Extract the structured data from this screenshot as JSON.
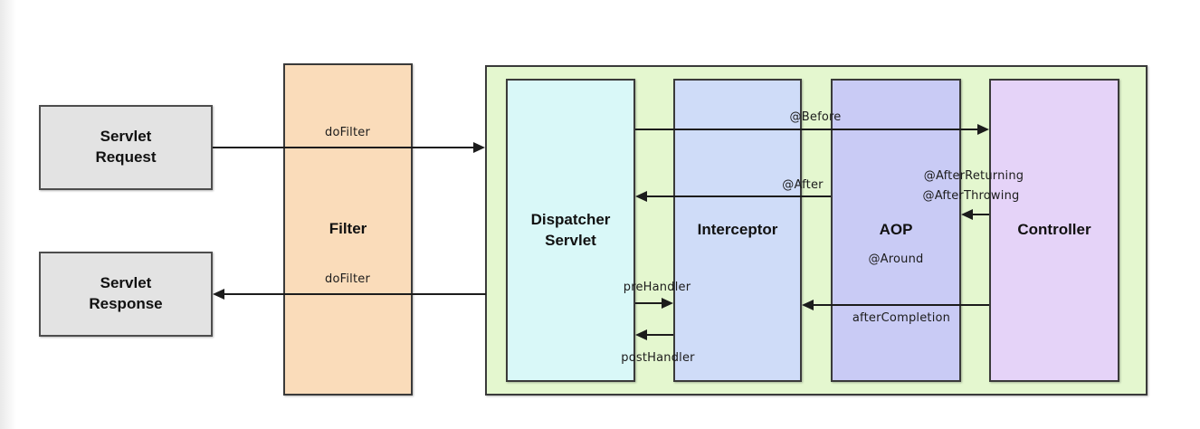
{
  "nodes": {
    "servlet_request": {
      "label": "Servlet\nRequest",
      "fill": "#e3e3e3",
      "border": "#4d4d4d"
    },
    "servlet_response": {
      "label": "Servlet\nResponse",
      "fill": "#e3e3e3",
      "border": "#4d4d4d"
    },
    "filter": {
      "label": "Filter",
      "fill": "#fadcba",
      "border": "#3a3a3a"
    },
    "mvc_container": {
      "fill": "#e4f7cf",
      "border": "#3a3a3a"
    },
    "dispatcher": {
      "label": "Dispatcher\nServlet",
      "fill": "#d9f8f8",
      "border": "#3a3a3a"
    },
    "interceptor": {
      "label": "Interceptor",
      "fill": "#cfdcf8",
      "border": "#3a3a3a"
    },
    "aop": {
      "label": "AOP",
      "fill": "#c9cbf5",
      "border": "#3a3a3a"
    },
    "controller": {
      "label": "Controller",
      "fill": "#e5d3f8",
      "border": "#3a3a3a"
    }
  },
  "edges": {
    "dofilter_request": {
      "label": "doFilter"
    },
    "dofilter_response": {
      "label": "doFilter"
    },
    "before": {
      "label": "@Before"
    },
    "after": {
      "label": "@After"
    },
    "after_returning": {
      "label": "@AfterReturning"
    },
    "after_throwing": {
      "label": "@AfterThrowing"
    },
    "around": {
      "label": "@Around"
    },
    "pre_handler": {
      "label": "preHandler"
    },
    "post_handler": {
      "label": "postHandler"
    },
    "after_completion": {
      "label": "afterCompletion"
    }
  },
  "palette": {
    "arrow_line": "#1c1c1c",
    "page_background": "#ffffff"
  }
}
